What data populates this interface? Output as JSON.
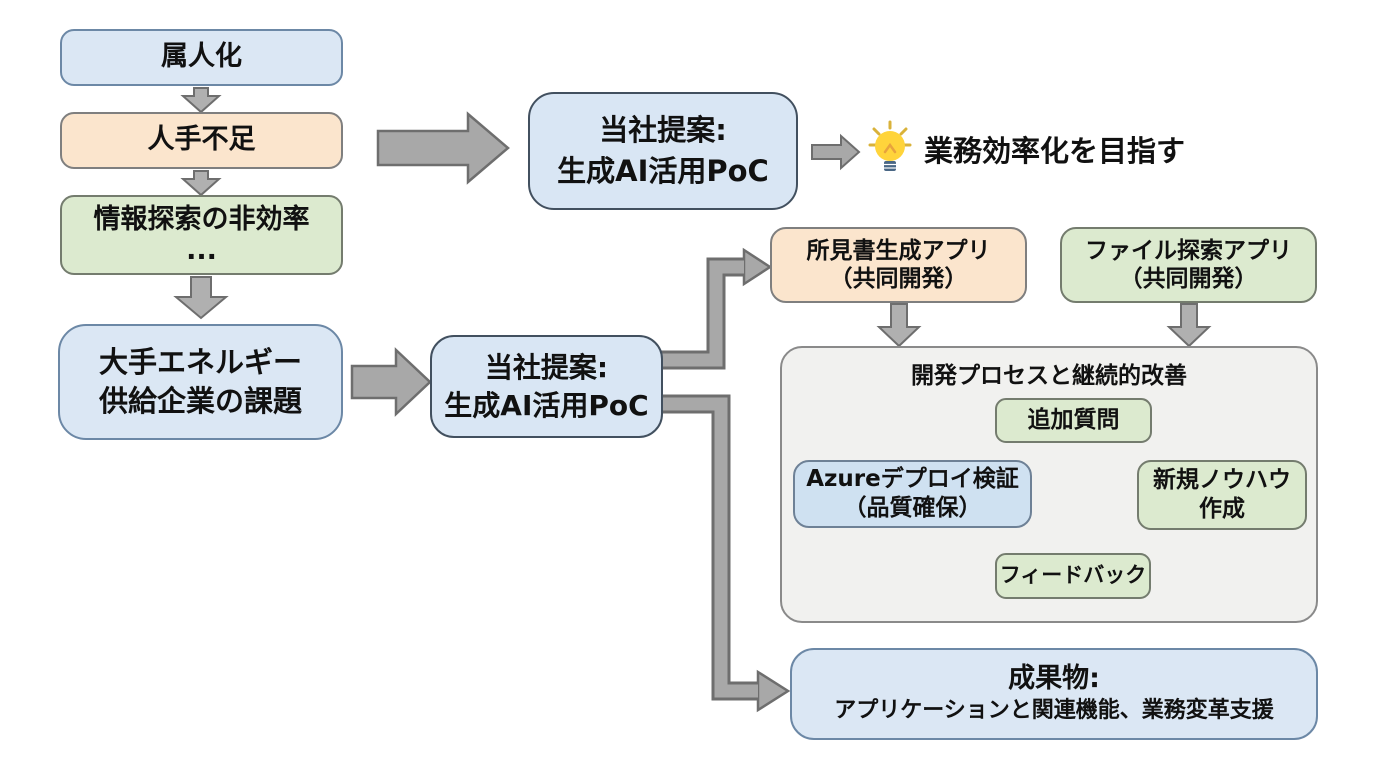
{
  "palette": {
    "blue_fill": "#dbe7f4",
    "blue_border": "#6c88a6",
    "proposal_border": "#42505f",
    "orange_fill": "#fbe5cd",
    "green_fill": "#dceacf",
    "neutral_border": "#7f7f7f",
    "container_fill": "#f1f1ef",
    "container_border": "#8a8a8a",
    "arrow_fill": "#a8a8a8",
    "arrow_border": "#6e6e6e",
    "bulb_yellow": "#ffd43b",
    "bulb_base_blue": "#4a6785",
    "text_color": "#111111"
  },
  "left_chain": {
    "box1": "属人化",
    "box2": "人手不足",
    "box3": "情報探索の非効率\n...",
    "box4": "大手エネルギー\n供給企業の課題"
  },
  "proposal_top": {
    "label": "当社提案:\n生成AI活用PoC"
  },
  "proposal_mid": {
    "label": "当社提案:\n生成AI活用PoC"
  },
  "goal": {
    "icon": "lightbulb-icon",
    "label": "業務効率化を目指す"
  },
  "apps": {
    "report_generator": "所見書生成アプリ\n（共同開発）",
    "file_explorer": "ファイル探索アプリ\n（共同開発）"
  },
  "process_cycle": {
    "title": "開発プロセスと継続的改善",
    "steps": {
      "additional_questions": "追加質問",
      "new_knowhow": "新規ノウハウ\n作成",
      "feedback": "フィードバック",
      "azure_deploy": "Azureデプロイ検証\n（品質確保）"
    }
  },
  "deliverables": {
    "heading": "成果物:",
    "body": "アプリケーションと関連機能、業務変革支援"
  }
}
